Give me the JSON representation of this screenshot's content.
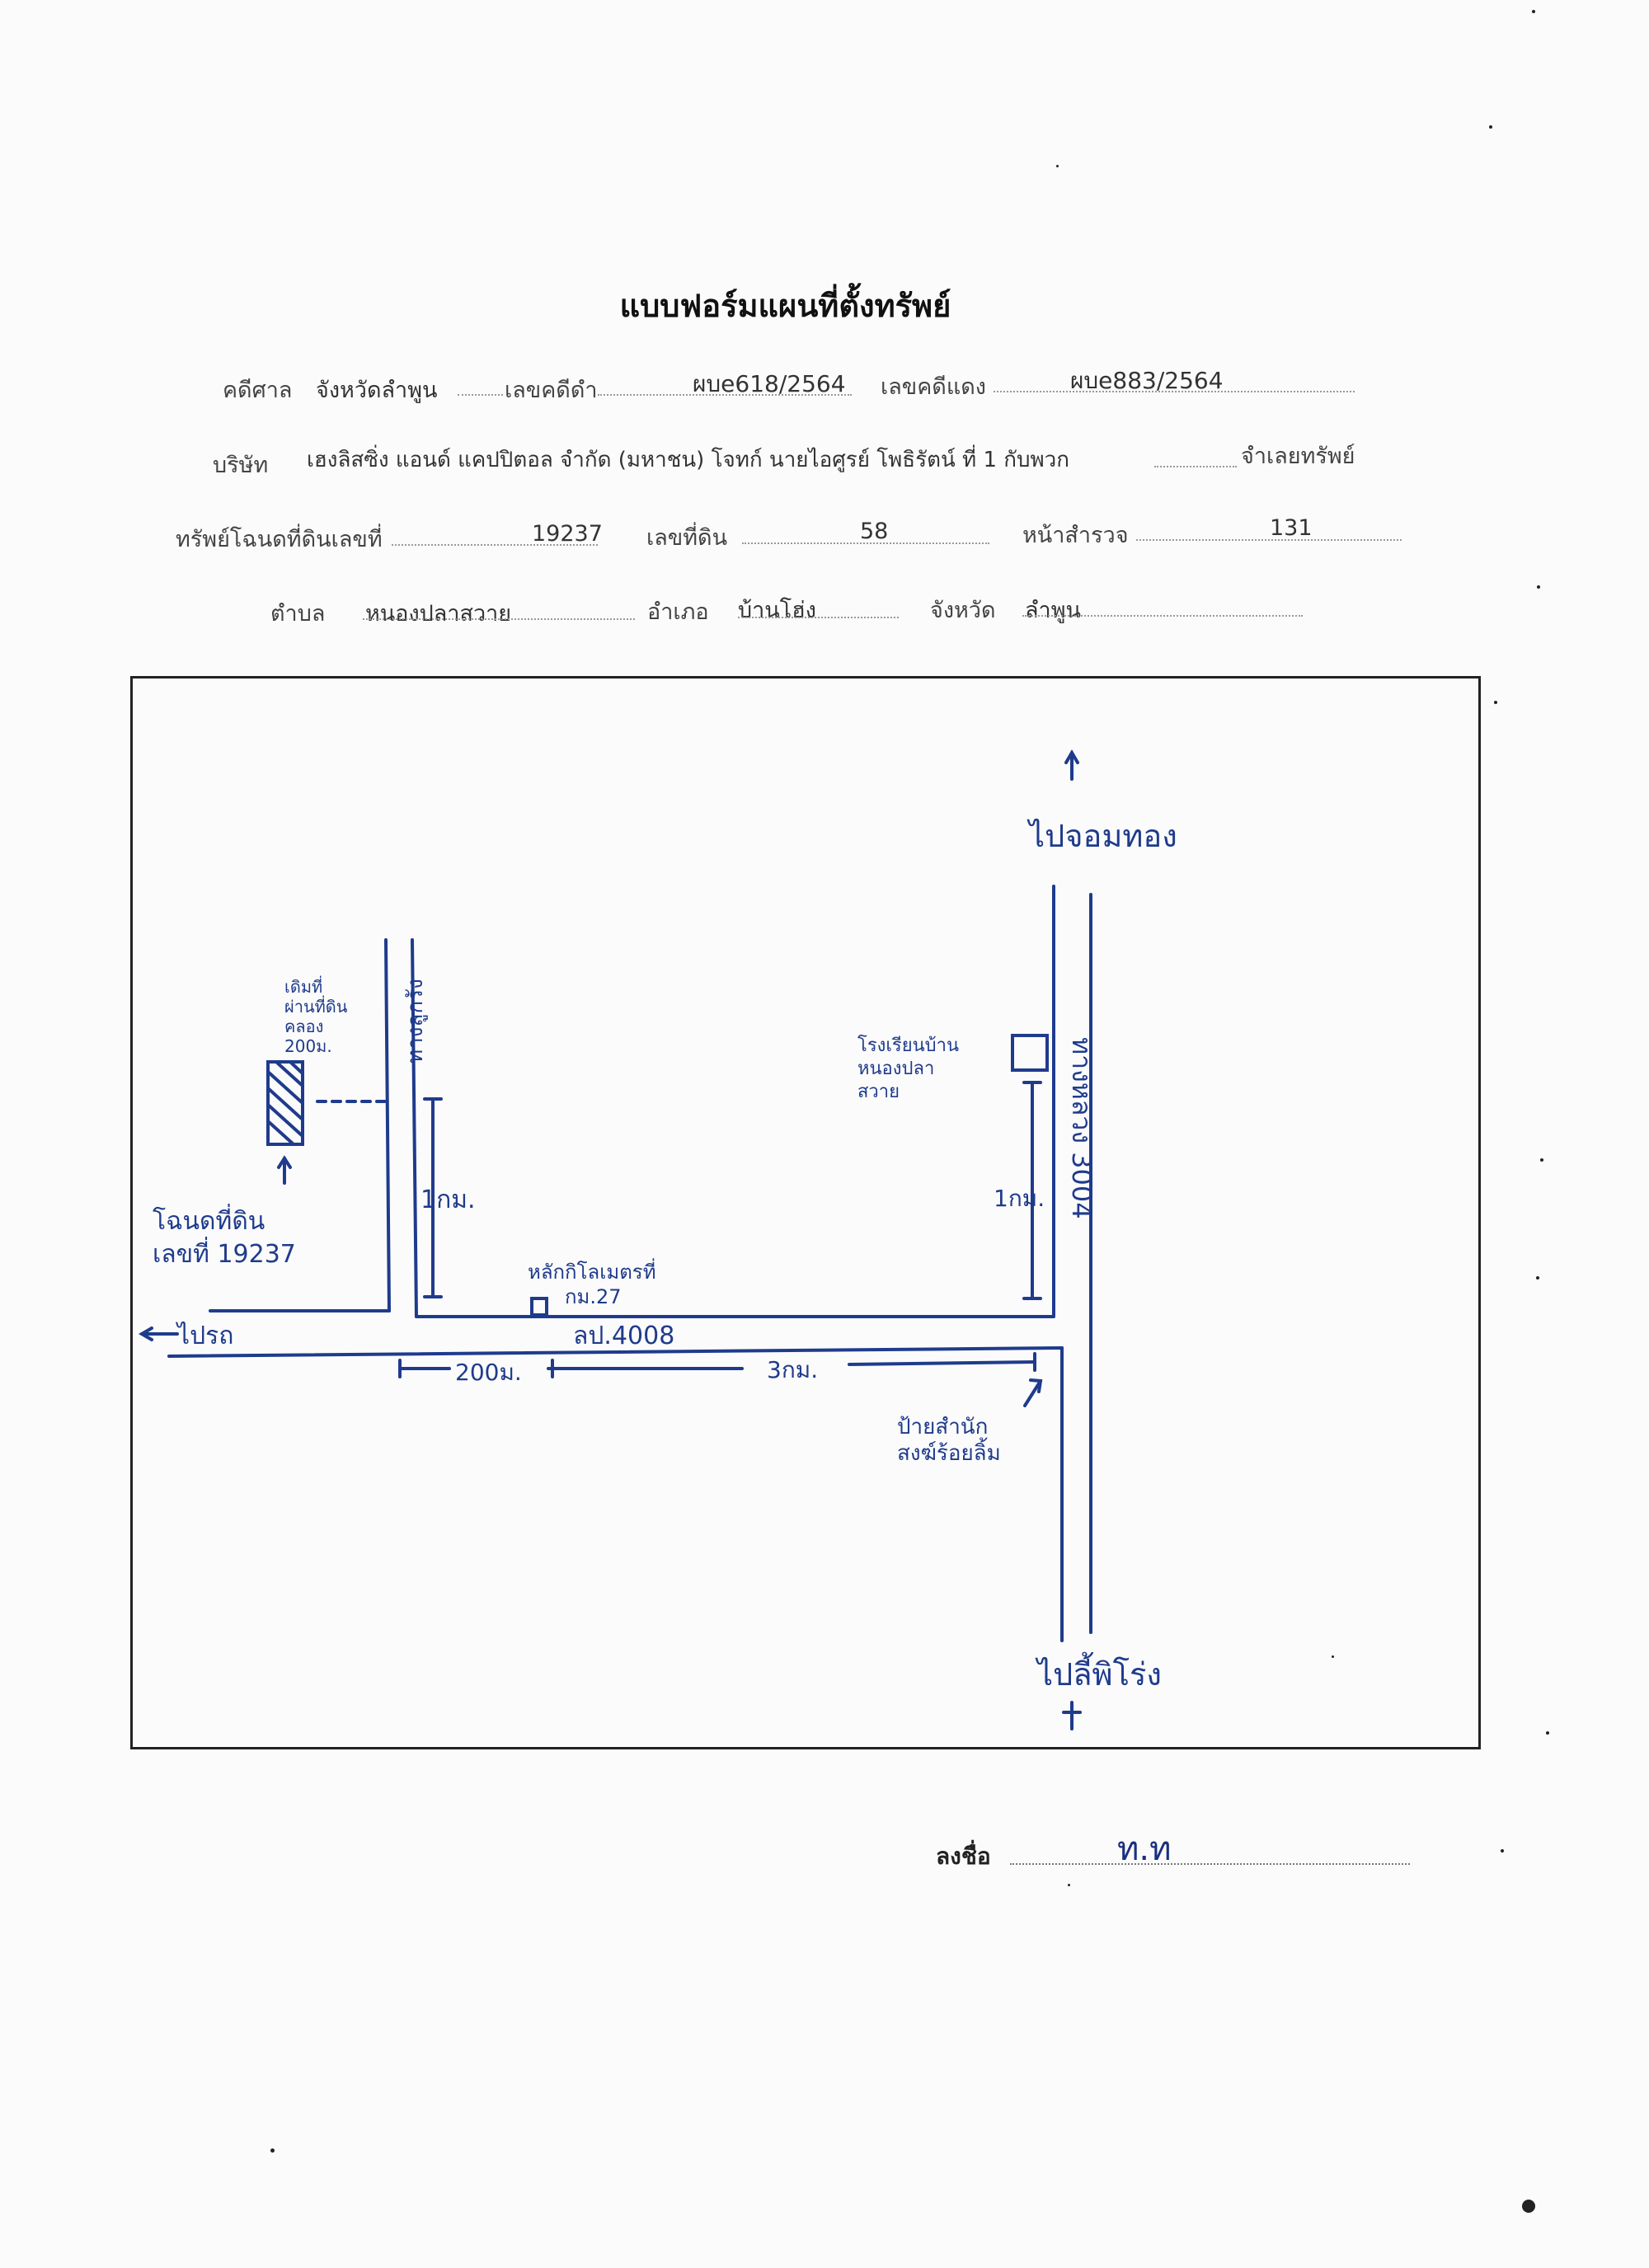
{
  "form": {
    "title": "แบบฟอร์มแผนที่ตั้งทรัพย์"
  },
  "row1": {
    "court_label": "คดีศาล",
    "court_value": "จังหวัดลำพูน",
    "black_case_label": "เลขคดีดำ",
    "black_case_value": "ผบe618/2564",
    "red_case_label": "เลขคดีแดง",
    "red_case_value": "ผบe883/2564"
  },
  "row2": {
    "company_label": "บริษัท",
    "company_value": "เฮงลิสซิ่ง แอนด์ แคปปิตอล จำกัด (มหาชน) โจทก์ นายไอศูรย์ โพธิรัตน์ ที่ 1 กับพวก",
    "defendant_label": "จำเลยทรัพย์"
  },
  "row3": {
    "deed_label": "ทรัพย์โฉนดที่ดินเลขที่",
    "deed_value": "19237",
    "land_no_label": "เลขที่ดิน",
    "land_no_value": "58",
    "survey_label": "หน้าสำรวจ",
    "survey_value": "131"
  },
  "row4": {
    "subdistrict_label": "ตำบล",
    "subdistrict_value": "หนองปลาสวาย",
    "district_label": "อำเภอ",
    "district_value": "บ้านโฮ่ง",
    "province_label": "จังหวัด",
    "province_value": "ลำพูน"
  },
  "map": {
    "to_north": "ไปจอมทอง",
    "to_south": "ไปลี้พิโร่ง",
    "to_west": "ไปรถ",
    "deed_note_line1": "โฉนดที่ดิน",
    "deed_note_line2": "เลขที่ 19237",
    "adjacent_note": [
      "เดิมที่",
      "ผ่านที่ดิน",
      "คลอง",
      "200ม."
    ],
    "side_road": "ทางลูกรัง",
    "dist_1km_left": "1กม.",
    "dist_1km_right": "1กม.",
    "school_note": [
      "โรงเรียนบ้าน",
      "หนองปลา",
      "สวาย"
    ],
    "highway_vertical": "ทางหลวง 3004",
    "highway_horizontal": "ลป.4008",
    "km_marker_note": [
      "หลักกิโลเมตรที่",
      "กม.27"
    ],
    "dist_200m": "200ม.",
    "dist_3km": "3กม.",
    "office_note": [
      "ป้ายสำนัก",
      "สงฆ์ร้อยลิ้ม"
    ]
  },
  "signature": {
    "label": "ลงชื่อ",
    "mark": "ท.ท"
  }
}
